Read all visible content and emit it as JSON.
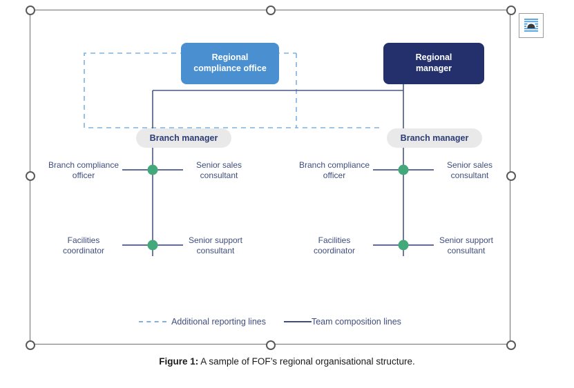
{
  "document": {
    "caption_label": "Figure 1:",
    "caption_text": " A sample of FOF’s regional organisational structure."
  },
  "toolbar": {
    "layout_options_name": "Layout Options",
    "layout_options_icon": "picture-layout-options-icon"
  },
  "selection": {
    "handles": [
      "top-left",
      "top-center",
      "top-right",
      "middle-left",
      "middle-right",
      "bottom-left",
      "bottom-center",
      "bottom-right"
    ]
  },
  "colors": {
    "box_blue": "#4a8fd0",
    "box_navy": "#23306c",
    "pill_gray": "#e9e9e9",
    "text_navy": "#3f4d7e",
    "node_green": "#43a97a",
    "line_navy": "#4a5687",
    "line_dashed_blue": "#7fb1e0"
  },
  "chart_data": {
    "type": "diagram",
    "title": "FOF regional organisational structure",
    "nodes": [
      {
        "id": "regional-compliance-office",
        "label": "Regional\ncompliance office",
        "style": "blue-box"
      },
      {
        "id": "regional-manager",
        "label": "Regional\nmanager",
        "style": "navy-box"
      },
      {
        "id": "branch-manager-left",
        "label": "Branch manager",
        "style": "gray-pill"
      },
      {
        "id": "branch-manager-right",
        "label": "Branch manager",
        "style": "gray-pill"
      }
    ],
    "teams": [
      {
        "branch": "branch-manager-left",
        "rows": [
          {
            "left": "Branch compliance\nofficer",
            "right": "Senior sales\nconsultant"
          },
          {
            "left": "Facilities\ncoordinator",
            "right": "Senior support\nconsultant"
          }
        ]
      },
      {
        "branch": "branch-manager-right",
        "rows": [
          {
            "left": "Branch compliance\nofficer",
            "right": "Senior sales\nconsultant"
          },
          {
            "left": "Facilities\ncoordinator",
            "right": "Senior support\nconsultant"
          }
        ]
      }
    ],
    "legend": [
      {
        "style": "dashed",
        "label": "Additional reporting lines"
      },
      {
        "style": "solid",
        "label": "Team composition lines"
      }
    ]
  },
  "nodes": {
    "regional_compliance_office_line1": "Regional",
    "regional_compliance_office_line2": "compliance office",
    "regional_manager_line1": "Regional",
    "regional_manager_line2": "manager",
    "branch_manager_left": "Branch manager",
    "branch_manager_right": "Branch manager"
  },
  "roles": {
    "left_branch": {
      "compliance_officer_l1": "Branch compliance",
      "compliance_officer_l2": "officer",
      "senior_sales_l1": "Senior sales",
      "senior_sales_l2": "consultant",
      "facilities_l1": "Facilities",
      "facilities_l2": "coordinator",
      "senior_support_l1": "Senior support",
      "senior_support_l2": "consultant"
    },
    "right_branch": {
      "compliance_officer_l1": "Branch compliance",
      "compliance_officer_l2": "officer",
      "senior_sales_l1": "Senior sales",
      "senior_sales_l2": "consultant",
      "facilities_l1": "Facilities",
      "facilities_l2": "coordinator",
      "senior_support_l1": "Senior support",
      "senior_support_l2": "consultant"
    }
  },
  "legend": {
    "dashed_label": "Additional reporting lines",
    "solid_label": "Team composition lines"
  }
}
